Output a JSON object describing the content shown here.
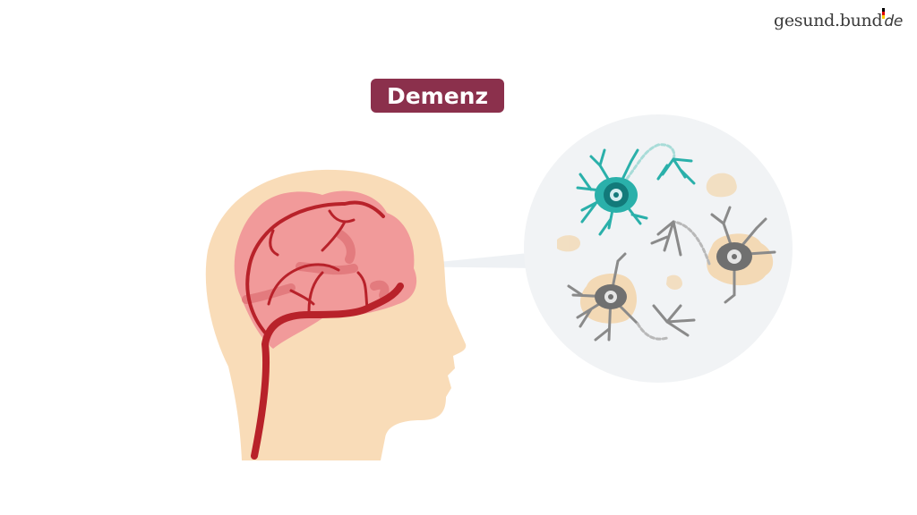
{
  "logo": {
    "name": "gesund.bund",
    "tld": "de",
    "flag_colors": [
      "#000000",
      "#dd0000",
      "#ffcc00"
    ]
  },
  "title": {
    "label": "Demenz",
    "background": "#8b304c",
    "text_color": "#ffffff"
  },
  "illustration": {
    "head": {
      "description": "head profile with brain and artery",
      "skin_color": "#f9dcb8",
      "brain_color": "#f19a9a",
      "artery_color": "#b8222a"
    },
    "zoom_circle": {
      "description": "magnified view of neurons",
      "background": "#f1f3f5",
      "healthy_neuron_color": "#2ab0aa",
      "damaged_neuron_color": "#8a8a8a",
      "plaque_color": "#f3d9b5"
    }
  }
}
